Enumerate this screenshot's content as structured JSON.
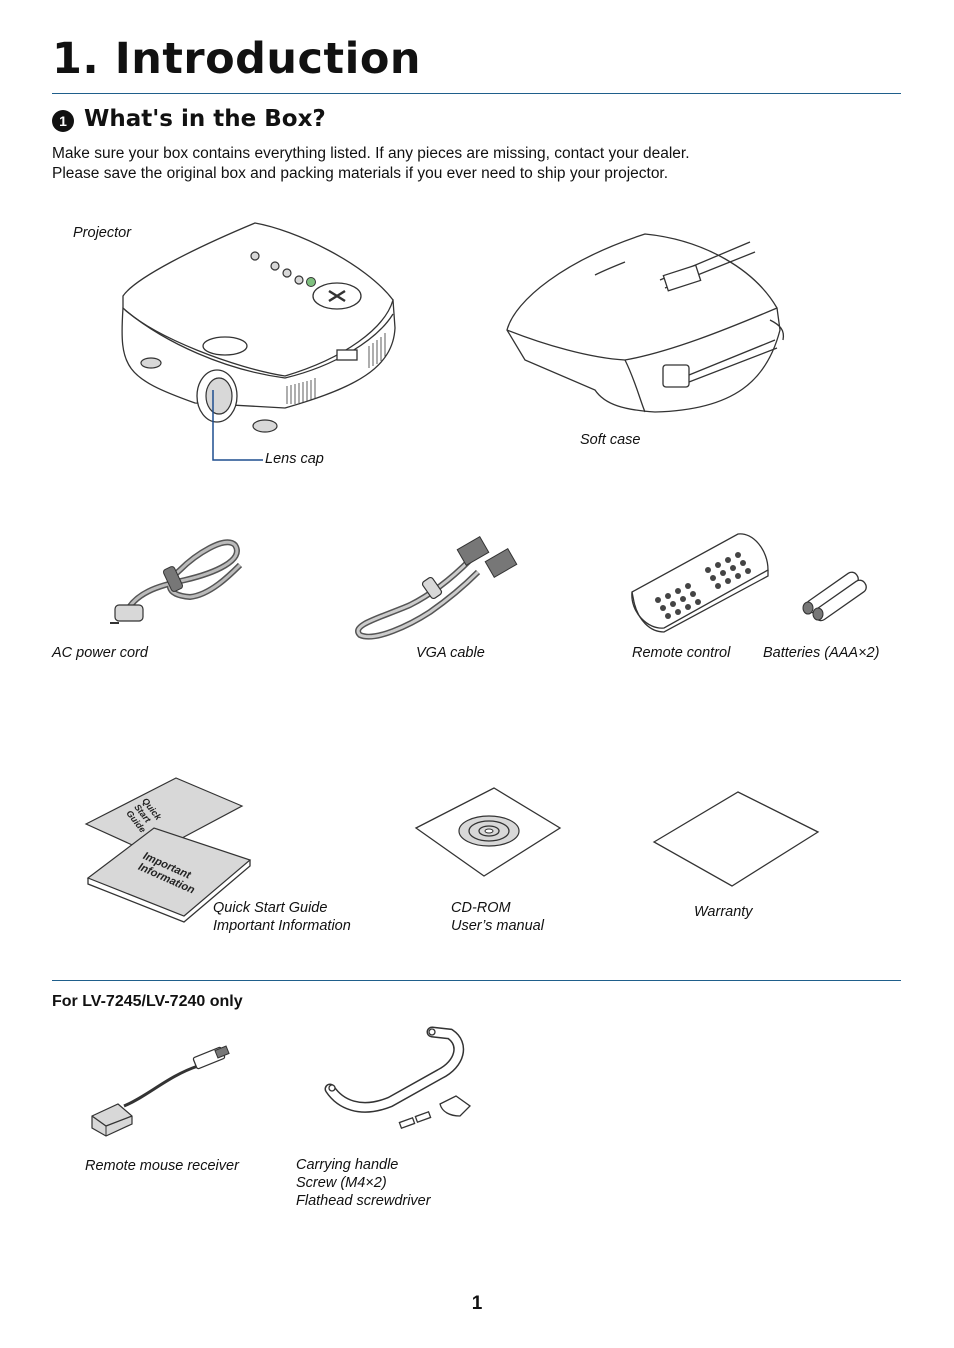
{
  "page": {
    "chapter_title": "1. Introduction",
    "section_number": "1",
    "section_title": "What's in the Box?",
    "intro_line1": "Make sure your box contains everything listed. If any pieces are missing, contact your dealer.",
    "intro_line2": "Please save the original box and packing materials if you ever need to ship your projector.",
    "page_number": "1"
  },
  "items": {
    "projector": "Projector",
    "lens_cap": "Lens cap",
    "soft_case": "Soft case",
    "ac_power_cord": "AC power cord",
    "vga_cable": "VGA cable",
    "remote_control": "Remote control",
    "batteries": "Batteries (AAA×2)",
    "quick_start_guide": "Quick Start Guide",
    "important_information": "Important Information",
    "cd_rom": "CD-ROM",
    "users_manual": "User’s manual",
    "warranty": "Warranty"
  },
  "booklet_labels": {
    "qsg_1": "Quick",
    "qsg_2": "Start",
    "qsg_3": "Guide",
    "imp_1": "Important",
    "imp_2": "Information"
  },
  "optional": {
    "heading": "For LV-7245/LV-7240 only",
    "remote_mouse_receiver": "Remote mouse receiver",
    "carrying_handle": "Carrying handle",
    "screw": "Screw (M4×2)",
    "screwdriver": "Flathead screwdriver"
  },
  "colors": {
    "rule": "#1f5f8b",
    "callout": "#1f4f8f"
  }
}
